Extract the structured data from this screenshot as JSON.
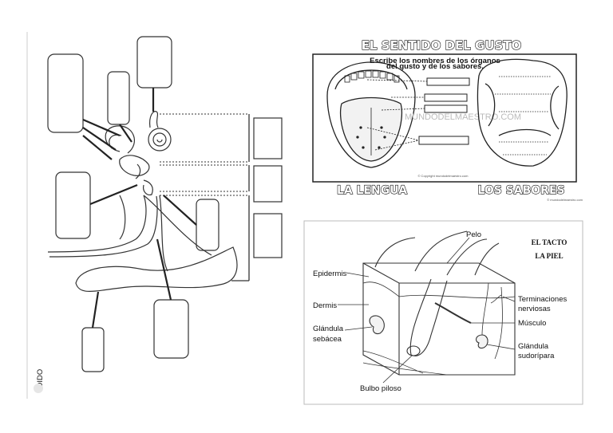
{
  "ear": {
    "side_label": "OIDO"
  },
  "taste": {
    "title": "EL SENTIDO DEL GUSTO",
    "instruction_line1": "Escribe los nombres de los órganos",
    "instruction_line2": "del gusto y de los sabores.",
    "watermark": "MUNDODELMAESTRO.COM",
    "copyright": "© Copyright mundodelmaestro.com",
    "caption_left": "LA LENGUA",
    "caption_right": "LOS SABORES",
    "site": "© mundodelmaestro.com"
  },
  "touch": {
    "title_line1": "EL TACTO",
    "title_line2": "LA PIEL",
    "labels": {
      "pelo": "Pelo",
      "epidermis": "Epidermis",
      "dermis": "Dermis",
      "glandula_sebacea_1": "Glándula",
      "glandula_sebacea_2": "sebácea",
      "bulbo": "Bulbo piloso",
      "terminaciones_1": "Terminaciones",
      "terminaciones_2": "nerviosas",
      "musculo": "Músculo",
      "sudoripara_1": "Glándula",
      "sudoripara_2": "sudorípara"
    }
  }
}
